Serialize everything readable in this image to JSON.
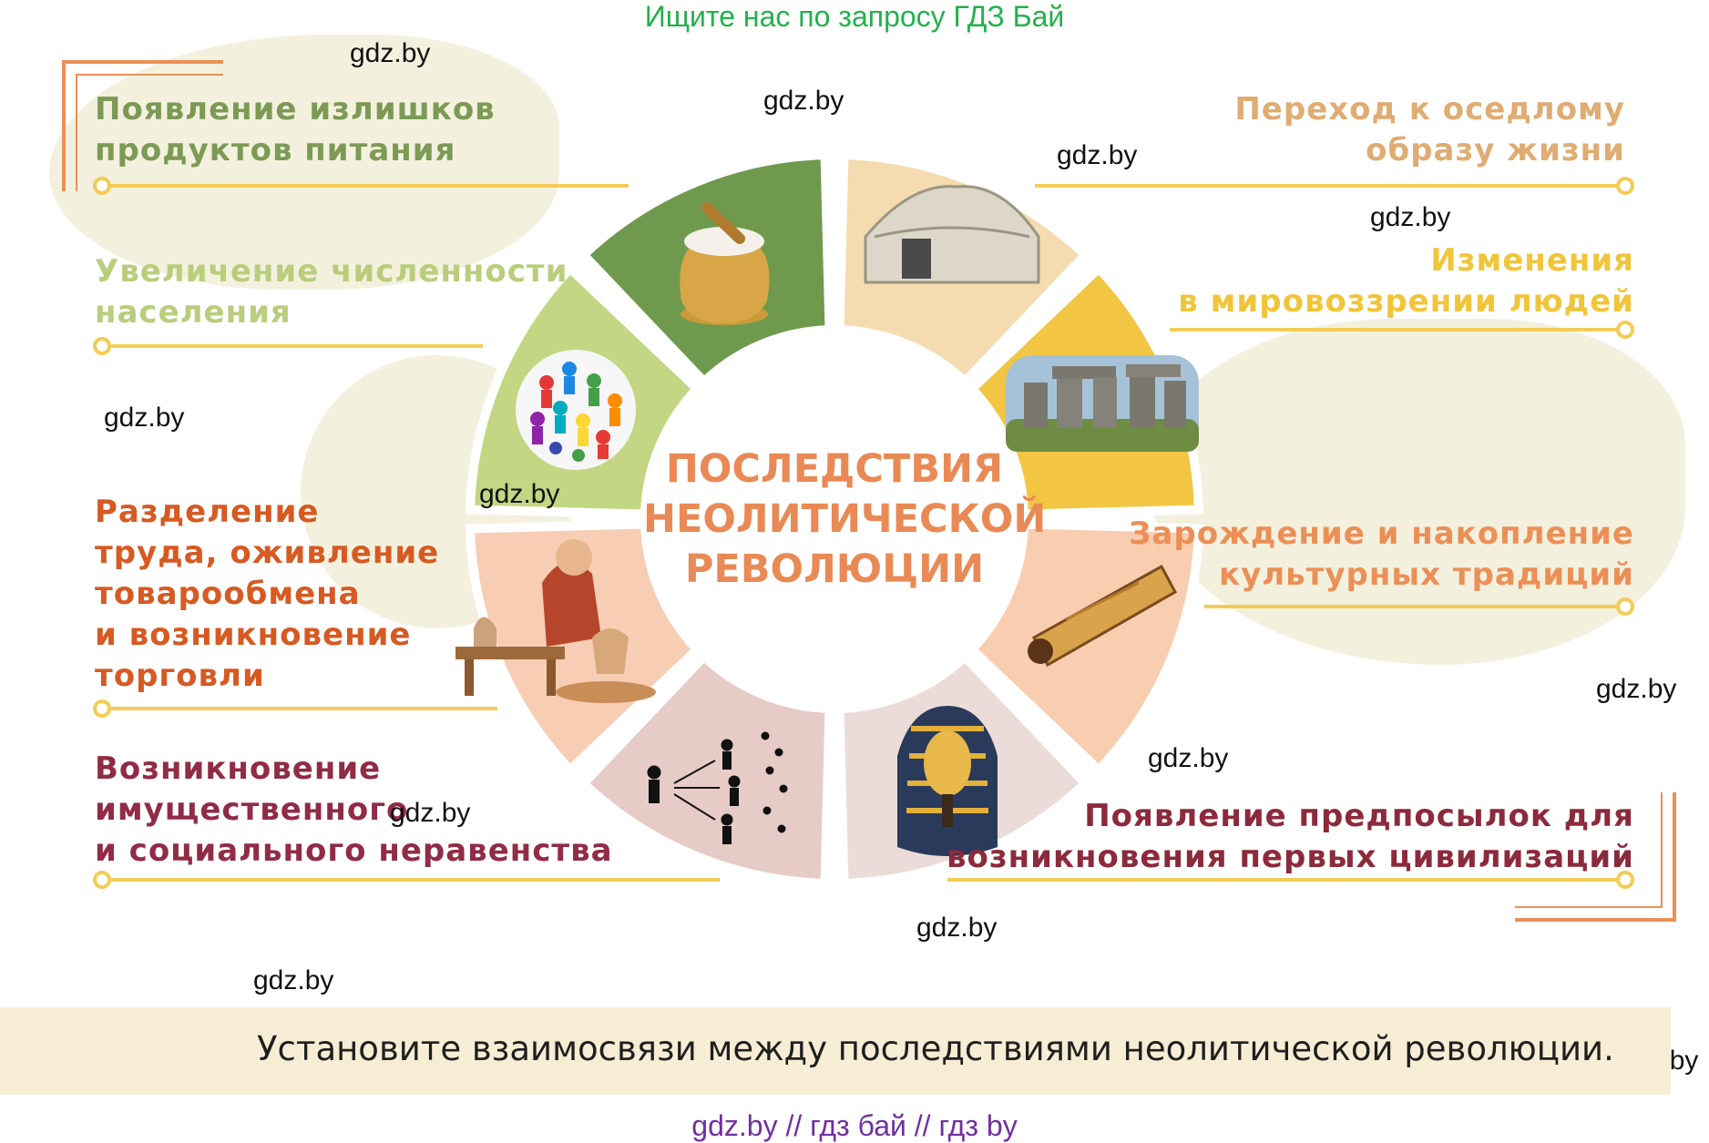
{
  "top_note": "Ищите нас по запросу ГДЗ Бай",
  "center_title": [
    "ПОСЛЕДСТВИЯ",
    "НЕОЛИТИЧЕСКОЙ",
    "РЕВОЛЮЦИИ"
  ],
  "left_items": [
    {
      "lines": [
        "Появление излишков",
        "продуктов питания"
      ],
      "color": "#7c9a55"
    },
    {
      "lines": [
        "Увеличение численности",
        "населения"
      ],
      "color": "#b9cd7c"
    },
    {
      "lines": [
        "Разделение",
        "труда, оживление",
        "товарообмена",
        "и возникновение",
        "торговли"
      ],
      "color": "#d65a22"
    },
    {
      "lines": [
        "Возникновение",
        "имущественного",
        "и социального неравенства"
      ],
      "color": "#922b45"
    }
  ],
  "right_items": [
    {
      "lines": [
        "Переход к оседлому",
        "образу жизни"
      ],
      "color": "#dfac72"
    },
    {
      "lines": [
        "Изменения",
        "в мировоззрении людей"
      ],
      "color": "#f0c53a"
    },
    {
      "lines": [
        "Зарождение и накопление",
        "культурных традиций"
      ],
      "color": "#ec8f57"
    },
    {
      "lines": [
        "Появление предпосылок для",
        "возникновения первых цивилизаций"
      ],
      "color": "#8c2a3c"
    }
  ],
  "segment_colors": {
    "food": "#6f9a4e",
    "settled": "#f4dcb0",
    "worldview": "#f2c643",
    "culture": "#f8cdb0",
    "civilization": "#ecdcd9",
    "inequality": "#e6cbc6",
    "labor": "#f7cdb4",
    "population": "#c3d683"
  },
  "line_color": "#f3cc55",
  "watermark_text": "gdz.by",
  "task_text": "Установите взаимосвязи между последствиями неолитической революции.",
  "footer": "gdz.by  //  гдз бай  //  гдз by"
}
